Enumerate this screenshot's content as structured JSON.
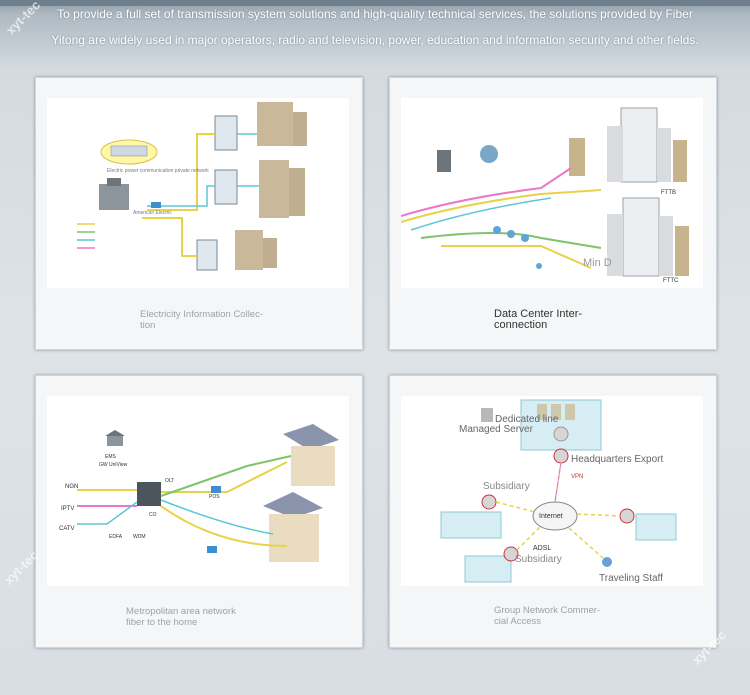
{
  "intro": {
    "line1": "To provide a full set of transmission system solutions and high-quality technical services, the solutions provided by Fiber",
    "line2": "Yitong are widely used in major operators, radio and television, power, education and information security and other fields."
  },
  "cards": [
    {
      "caption": "Electricity Information Collec-\ntion",
      "diagram": {
        "texts": [
          "Electric power communication private network",
          "American Electric"
        ]
      }
    },
    {
      "caption": "Data Center Inter-\nconnection",
      "diagram": {
        "texts": [
          "FTTB",
          "FTTC",
          "Min D"
        ]
      }
    },
    {
      "caption": "Metropolitan area network\nfiber to the home",
      "diagram": {
        "texts": [
          "NGN",
          "IPTV",
          "CATV",
          "EMS",
          "GW UniView",
          "OLT",
          "CO",
          "EDFA",
          "WDM",
          "POS"
        ]
      }
    },
    {
      "caption": "Group Network Commer-\ncial Access",
      "diagram": {
        "texts": [
          "Dedicated line",
          "Managed Server",
          "Headquarters Export",
          "Subsidiary",
          "VPN",
          "Internet",
          "ADSL",
          "Subsidiary",
          "Traveling Staff"
        ]
      }
    }
  ],
  "watermark": "xyt-tec",
  "colors": {
    "card_bg": "#f4f6f7",
    "caption": "#9aa4ab",
    "link_yellow": "#e8d24a",
    "link_pink": "#e879c6",
    "link_cyan": "#5bc7d6",
    "link_green": "#7dc46a"
  }
}
